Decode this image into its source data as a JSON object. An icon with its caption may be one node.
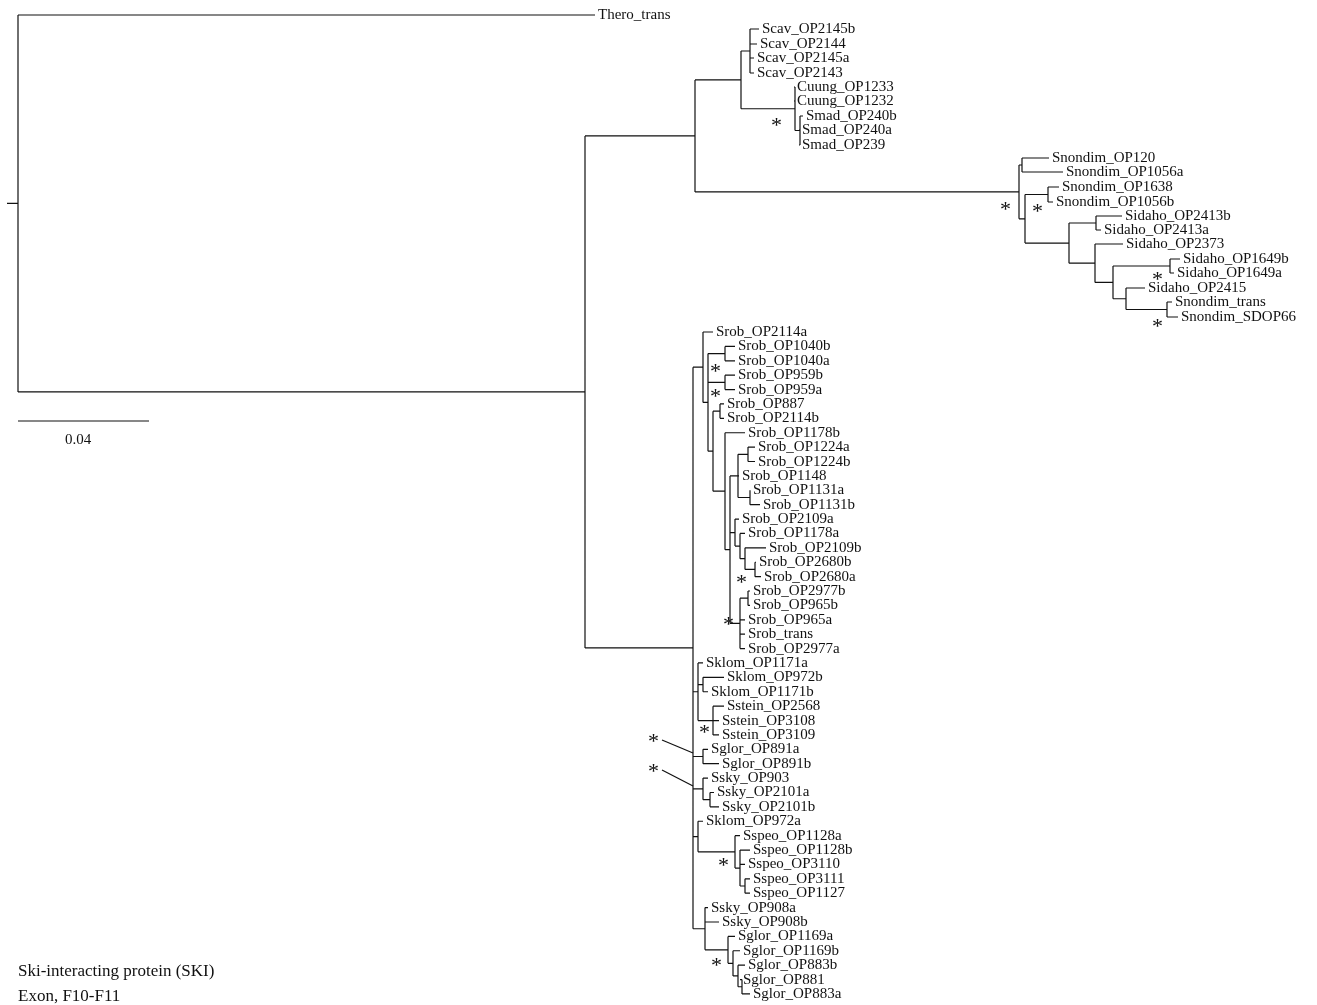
{
  "diagram": {
    "nodes": [
      {
        "text": [
          "*"
        ]
      },
      {
        "text": [
          "*"
        ]
      }
    ],
    "edges": [
      {
        "from": 0,
        "to": null,
        "arrow": "none"
      },
      {
        "from": 1,
        "to": null,
        "arrow": "none"
      }
    ],
    "labels": [
      "Thero_trans",
      "Scav_OP2145b",
      "Scav_OP2144",
      "Scav_OP2145a",
      "Scav_OP2143",
      "Cuung_OP1233",
      "Cuung_OP1232",
      "Smad_OP240b",
      "*",
      "Smad_OP240a",
      "Smad_OP239",
      "Snondim_OP120",
      "Snondim_OP1056a",
      "Snondim_OP1638",
      "Snondim_OP1056b",
      "*",
      "*",
      "Sidaho_OP2413b",
      "Sidaho_OP2413a",
      "Sidaho_OP2373",
      "Sidaho_OP1649b",
      "Sidaho_OP1649a",
      "*",
      "Sidaho_OP2415",
      "Snondim_trans",
      "Snondim_SDOP66",
      "*",
      "Srob_OP2114a",
      "Srob_OP1040b",
      "Srob_OP1040a",
      "*",
      "Srob_OP959b",
      "Srob_OP959a",
      "*",
      "Srob_OP887",
      "Srob_OP2114b",
      "Srob_OP1178b",
      "Srob_OP1224a",
      "Srob_OP1224b",
      "Srob_OP1148",
      "Srob_OP1131a",
      "Srob_OP1131b",
      "Srob_OP2109a",
      "Srob_OP1178a",
      "Srob_OP2109b",
      "Srob_OP2680b",
      "*",
      "Srob_OP2680a",
      "Srob_OP2977b",
      "Srob_OP965b",
      "*",
      "Srob_OP965a",
      "Srob_trans",
      "Srob_OP2977a",
      "Sklom_OP1171a",
      "Sklom_OP972b",
      "Sklom_OP1171b",
      "Sstein_OP2568",
      "*",
      "Sstein_OP3108",
      "Sstein_OP3109",
      "Sglor_OP891a",
      "Sglor_OP891b",
      "Ssky_OP903",
      "Ssky_OP2101a",
      "Ssky_OP2101b",
      "Sklom_OP972a",
      "Sspeo_OP1128a",
      "Sspeo_OP1128b",
      "*",
      "Sspeo_OP3110",
      "Sspeo_OP3111",
      "Sspeo_OP1127",
      "Ssky_OP908a",
      "Ssky_OP908b",
      "Sglor_OP1169a",
      "Sglor_OP1169b",
      "*",
      "Sglor_OP883b",
      "Sglor_OP881",
      "Sglor_OP883a",
      "0.04",
      "Ski-interacting protein (SKI)",
      "Exon, F10-F11"
    ]
  }
}
